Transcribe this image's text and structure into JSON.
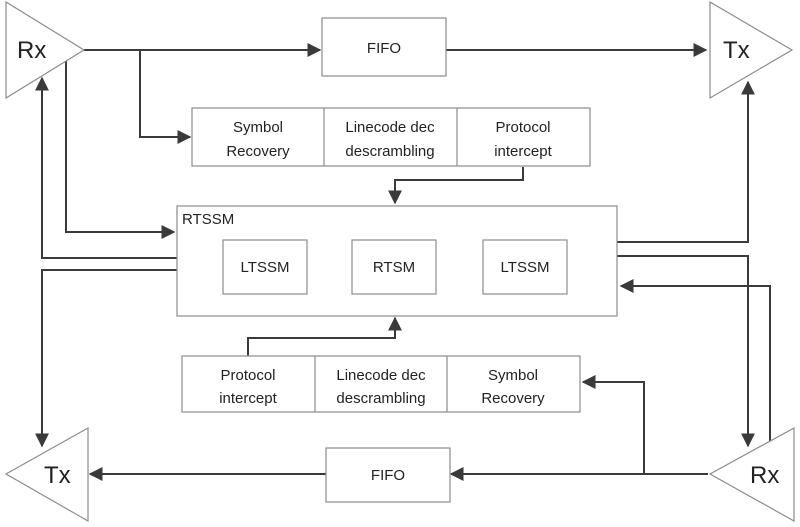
{
  "diagram": {
    "rx_top": "Rx",
    "tx_top": "Tx",
    "tx_bottom": "Tx",
    "rx_bottom": "Rx",
    "fifo_top": "FIFO",
    "fifo_bottom": "FIFO",
    "top_chain": {
      "symbol": [
        "Symbol",
        "Recovery"
      ],
      "linecode": [
        "Linecode dec",
        "descrambling"
      ],
      "protocol": [
        "Protocol",
        "intercept"
      ]
    },
    "bottom_chain": {
      "protocol": [
        "Protocol",
        "intercept"
      ],
      "linecode": [
        "Linecode dec",
        "descrambling"
      ],
      "symbol": [
        "Symbol",
        "Recovery"
      ]
    },
    "rtssm": {
      "title": "RTSSM",
      "ltssm_left": "LTSSM",
      "rtsm": "RTSM",
      "ltssm_right": "LTSSM"
    }
  }
}
